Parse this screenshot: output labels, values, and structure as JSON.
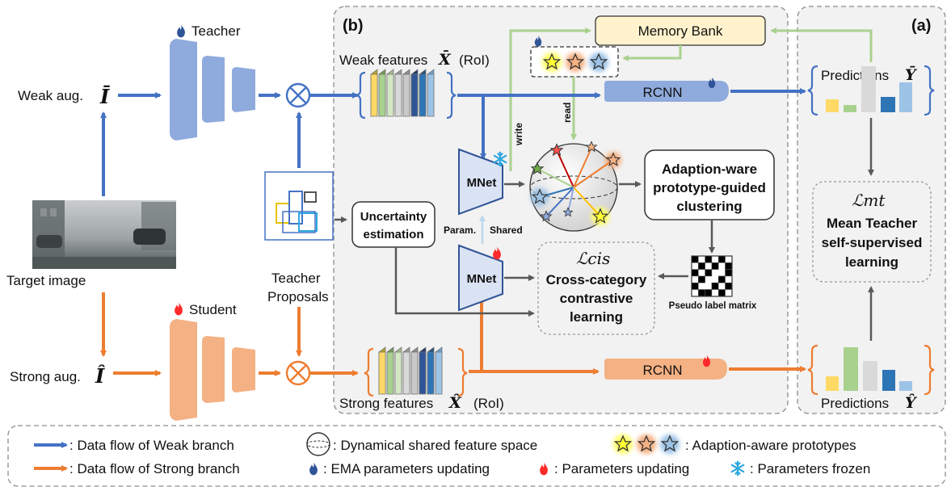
{
  "labels": {
    "panel_b": "(b)",
    "panel_a": "(a)",
    "teacher": "Teacher",
    "student": "Student",
    "weak_aug": "Weak aug.",
    "strong_aug": "Strong aug.",
    "weak_input_symbol": "Ī",
    "strong_input_symbol": "Î",
    "target_image": "Target image",
    "teacher_proposals_line1": "Teacher",
    "teacher_proposals_line2": "Proposals",
    "weak_features": "Weak features",
    "weak_features_symbol": "X̄",
    "strong_features": "Strong features",
    "strong_features_symbol": "X̂",
    "roi": "(RoI)",
    "memory_bank": "Memory Bank",
    "rcnn": "RCNN",
    "write": "write",
    "read": "read",
    "mnet": "MNet",
    "param_shared_1": "Param.",
    "param_shared_2": "Shared",
    "uncertainty_1": "Uncertainty",
    "uncertainty_2": "estimation",
    "adaption_1": "Adaption-ware",
    "adaption_2": "prototype-guided",
    "adaption_3": "clustering",
    "loss_cis": "ℒcis",
    "cis_1": "Cross-category",
    "cis_2": "contrastive",
    "cis_3": "learning",
    "pseudo_label_matrix": "Pseudo label matrix",
    "loss_mt": "ℒmt",
    "mt_1": "Mean Teacher",
    "mt_2": "self-supervised",
    "mt_3": "learning",
    "predictions": "Predictions",
    "pred_weak_symbol": "Ȳ",
    "pred_strong_symbol": "Ŷ"
  },
  "legend": {
    "weak_flow": ": Data flow of Weak branch",
    "strong_flow": ": Data flow of Strong branch",
    "feature_space": ": Dynamical shared feature space",
    "ema": ": EMA parameters updating",
    "prototypes": ": Adaption-aware prototypes",
    "param_update": ": Parameters updating",
    "frozen": ": Parameters frozen"
  },
  "colors": {
    "weak": "#4472c4",
    "strong": "#ed7d31",
    "green": "#a9d18e",
    "teacher_fill": "#8faadc",
    "student_fill": "#f4b183",
    "panel_bg": "#f2f2f2",
    "memory_fill": "#fff2cc"
  },
  "icons": [
    "flame-icon",
    "snowflake-icon",
    "star-icon",
    "sphere-icon",
    "otimes-icon"
  ]
}
